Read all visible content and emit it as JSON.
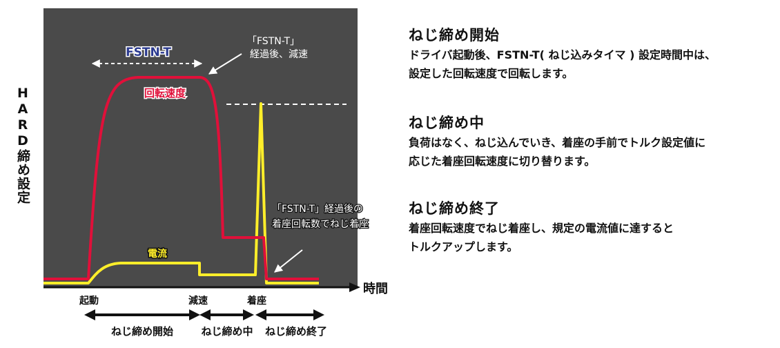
{
  "diagram": {
    "y_axis_label": "HARD締め設定",
    "x_axis_label": "時間",
    "top_label": "FSTN-T",
    "callout_top": [
      "「FSTN-T」",
      "経過後、減速"
    ],
    "speed_label": "回転速度",
    "current_label": "電流",
    "callout_mid": [
      "「FSTN-T」経過後の",
      "着座回転数でねじ着座"
    ],
    "time_points": [
      "起動",
      "減速",
      "着座"
    ],
    "phases": [
      "ねじ締め開始",
      "ねじ締め中",
      "ねじ締め終了"
    ],
    "colors": {
      "panel": "#4a4a4a",
      "speed": "#e0103a",
      "current": "#ffee2a",
      "axis": "#111111"
    }
  },
  "sections": [
    {
      "title": "ねじ締め開始",
      "lines": [
        "ドライバ起動後、FSTN-T( ねじ込みタイマ ) 設定時間中は、",
        "設定した回転速度で回転します。"
      ]
    },
    {
      "title": "ねじ締め中",
      "lines": [
        "負荷はなく、ねじ込んでいき、着座の手前でトルク設定値に",
        "応じた着座回転速度に切り替ります。"
      ]
    },
    {
      "title": "ねじ締め終了",
      "lines": [
        "着座回転速度でねじ着座し、規定の電流値に達すると",
        "トルクアップします。"
      ]
    }
  ]
}
